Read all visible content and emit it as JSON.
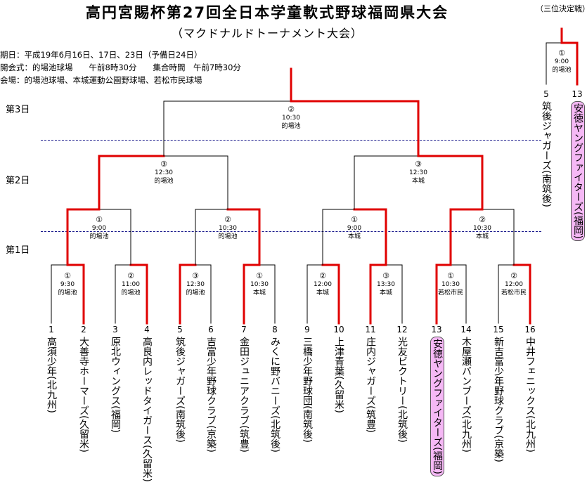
{
  "title": "高円宮賜杯第27回全日本学童軟式野球福岡県大会",
  "subtitle": "（マクドナルドトーナメント大会）",
  "third_place_note": "（三位決定戦）",
  "info": [
    "期日：平成19年6月16日、17日、23日（予備日24日）",
    "開会式：的場池球場　　午前8時30分　　集合時間　午前7時30分",
    "会場：的場池球場、本城運動公園野球場、若松市民球場"
  ],
  "days": [
    "第3日",
    "第2日",
    "第1日"
  ],
  "matches": {
    "r1": [
      {
        "num": "①",
        "time": "9:30",
        "venue": "的場池"
      },
      {
        "num": "②",
        "time": "11:00",
        "venue": "的場池"
      },
      {
        "num": "③",
        "time": "12:30",
        "venue": "的場池"
      },
      {
        "num": "①",
        "time": "10:30",
        "venue": "本城"
      },
      {
        "num": "②",
        "time": "12:00",
        "venue": "本城"
      },
      {
        "num": "③",
        "time": "13:30",
        "venue": "本城"
      },
      {
        "num": "①",
        "time": "10:30",
        "venue": "若松市民"
      },
      {
        "num": "②",
        "time": "12:00",
        "venue": "若松市民"
      }
    ],
    "qf": [
      {
        "num": "①",
        "time": "9:00",
        "venue": "的場池"
      },
      {
        "num": "②",
        "time": "10:30",
        "venue": "的場池"
      },
      {
        "num": "①",
        "time": "9:00",
        "venue": "本城"
      },
      {
        "num": "②",
        "time": "10:30",
        "venue": "本城"
      }
    ],
    "sf": [
      {
        "num": "③",
        "time": "12:30",
        "venue": "的場池"
      },
      {
        "num": "③",
        "time": "12:30",
        "venue": "本城"
      }
    ],
    "final": {
      "num": "②",
      "time": "10:30",
      "venue": "的場池"
    },
    "third": {
      "num": "①",
      "time": "9:00",
      "venue": "的場池"
    }
  },
  "teams": [
    {
      "no": "1",
      "name": "高須少年(北九州)",
      "highlight": false
    },
    {
      "no": "2",
      "name": "大善寺ホーマーズ(久留米)",
      "highlight": false
    },
    {
      "no": "3",
      "name": "原北ウィングス(福岡)",
      "highlight": false
    },
    {
      "no": "4",
      "name": "高良内レッドタイガース(久留米)",
      "highlight": false
    },
    {
      "no": "5",
      "name": "筑後ジャガーズ(南筑後)",
      "highlight": false
    },
    {
      "no": "6",
      "name": "吉富少年野球クラブ(京築)",
      "highlight": false
    },
    {
      "no": "7",
      "name": "金田ジュニアクラブ(筑豊)",
      "highlight": false
    },
    {
      "no": "8",
      "name": "みくに野バニーズ(北筑後)",
      "highlight": false
    },
    {
      "no": "9",
      "name": "三橋少年野球団(南筑後)",
      "highlight": false
    },
    {
      "no": "10",
      "name": "上津青葉(久留米)",
      "highlight": false
    },
    {
      "no": "11",
      "name": "庄内ジャガーズ(筑豊)",
      "highlight": false
    },
    {
      "no": "12",
      "name": "光友ビクトリー(北筑後)",
      "highlight": false
    },
    {
      "no": "13",
      "name": "安徳ヤングファイターズ(福岡)",
      "highlight": true
    },
    {
      "no": "14",
      "name": "木屋瀬バンブーズ(北九州)",
      "highlight": false
    },
    {
      "no": "15",
      "name": "新吉富少年野球クラブ(京築)",
      "highlight": false
    },
    {
      "no": "16",
      "name": "中井フェニックス(北九州)",
      "highlight": false
    }
  ],
  "third_teams": [
    {
      "no": "5",
      "name": "筑後ジャガーズ(南筑後)",
      "highlight": false
    },
    {
      "no": "13",
      "name": "安徳ヤングファイターズ(福岡)",
      "highlight": true
    }
  ],
  "colors": {
    "win_line": "#e00000",
    "line": "#000000",
    "divider": "#1a1a8c",
    "highlight": "#f5b8f5"
  }
}
